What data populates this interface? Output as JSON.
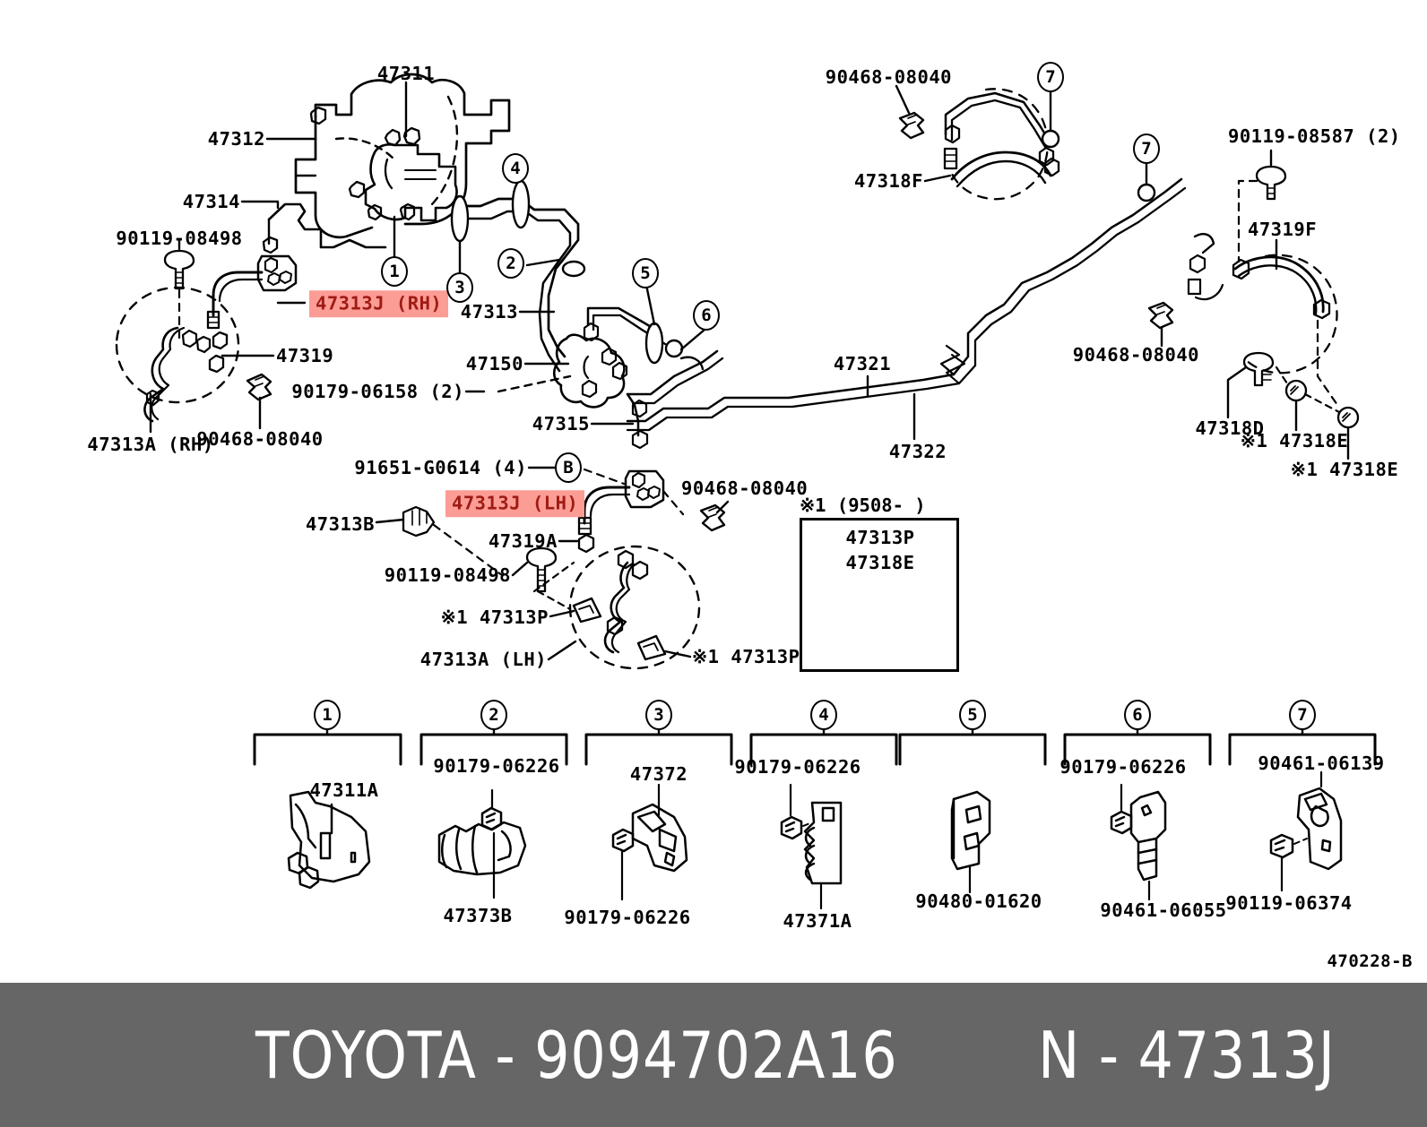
{
  "diagram": {
    "id": "470228-B",
    "title_brand": "TOYOTA",
    "dash": "-",
    "catalog_number": "9094702A16",
    "section_prefix": "N",
    "section_number": "47313J",
    "footer_brand_line": "TOYOTA - 9094702A16",
    "footer_section_line": "N - 47313J"
  },
  "highlights": [
    {
      "id": "hl-rh",
      "text": "47313J (RH)",
      "bg": "#fb9c95",
      "fg": "#9e1b13"
    },
    {
      "id": "hl-lh",
      "text": "47313J (LH)",
      "bg": "#fb9c95",
      "fg": "#9e1b13"
    }
  ],
  "part_labels": [
    {
      "id": "p-47311",
      "text": "47311"
    },
    {
      "id": "p-47312",
      "text": "47312"
    },
    {
      "id": "p-47314",
      "text": "47314"
    },
    {
      "id": "p-90119-08498a",
      "text": "90119-08498"
    },
    {
      "id": "p-47319",
      "text": "47319"
    },
    {
      "id": "p-47313a-rh",
      "text": "47313A (RH)"
    },
    {
      "id": "p-90468-08040a",
      "text": "90468-08040"
    },
    {
      "id": "p-47313",
      "text": "47313"
    },
    {
      "id": "p-47150",
      "text": "47150"
    },
    {
      "id": "p-90179-06158",
      "text": "90179-06158 (2)"
    },
    {
      "id": "p-47315",
      "text": "47315"
    },
    {
      "id": "p-91651-G0614",
      "text": "91651-G0614 (4)"
    },
    {
      "id": "p-47313b",
      "text": "47313B"
    },
    {
      "id": "p-47319a",
      "text": "47319A"
    },
    {
      "id": "p-90119-08498b",
      "text": "90119-08498"
    },
    {
      "id": "p-47313p-1",
      "text": "※1 47313P"
    },
    {
      "id": "p-47313a-lh",
      "text": "47313A (LH)"
    },
    {
      "id": "p-47313p-2",
      "text": "※1 47313P"
    },
    {
      "id": "p-90468-08040b",
      "text": "90468-08040"
    },
    {
      "id": "p-90468-08040c",
      "text": "90468-08040"
    },
    {
      "id": "p-47318f",
      "text": "47318F"
    },
    {
      "id": "p-90119-08587",
      "text": "90119-08587 (2)"
    },
    {
      "id": "p-47319f",
      "text": "47319F"
    },
    {
      "id": "p-90468-08040d",
      "text": "90468-08040"
    },
    {
      "id": "p-47321",
      "text": "47321"
    },
    {
      "id": "p-47322",
      "text": "47322"
    },
    {
      "id": "p-47318d",
      "text": "47318D"
    },
    {
      "id": "p-47318e-1",
      "text": "※1 47318E"
    },
    {
      "id": "p-47318e-2",
      "text": "※1 47318E"
    }
  ],
  "callouts_main": [
    {
      "id": "co-1",
      "n": "1"
    },
    {
      "id": "co-2",
      "n": "2"
    },
    {
      "id": "co-3",
      "n": "3"
    },
    {
      "id": "co-4",
      "n": "4"
    },
    {
      "id": "co-5",
      "n": "5"
    },
    {
      "id": "co-6",
      "n": "6"
    },
    {
      "id": "co-7a",
      "n": "7"
    },
    {
      "id": "co-7b",
      "n": "7"
    },
    {
      "id": "co-B",
      "n": "B"
    }
  ],
  "inset": {
    "caption": "※1 (9508-          )",
    "lines": [
      "47313P",
      "47318E"
    ]
  },
  "legend": {
    "groups": [
      {
        "n": "1",
        "labels": [
          {
            "text": "47311A",
            "pos": "top"
          }
        ]
      },
      {
        "n": "2",
        "labels": [
          {
            "text": "90179-06226",
            "pos": "top"
          },
          {
            "text": "47373B",
            "pos": "bottom"
          }
        ]
      },
      {
        "n": "3",
        "labels": [
          {
            "text": "47372",
            "pos": "top"
          },
          {
            "text": "90179-06226",
            "pos": "bottom"
          }
        ]
      },
      {
        "n": "4",
        "labels": [
          {
            "text": "90179-06226",
            "pos": "top"
          },
          {
            "text": "47371A",
            "pos": "bottom"
          }
        ]
      },
      {
        "n": "5",
        "labels": [
          {
            "text": "90480-01620",
            "pos": "bottom"
          }
        ]
      },
      {
        "n": "6",
        "labels": [
          {
            "text": "90179-06226",
            "pos": "top"
          },
          {
            "text": "90461-06055",
            "pos": "bottom"
          }
        ]
      },
      {
        "n": "7",
        "labels": [
          {
            "text": "90461-06139",
            "pos": "top"
          },
          {
            "text": "90119-06374",
            "pos": "bottom"
          }
        ]
      }
    ]
  }
}
